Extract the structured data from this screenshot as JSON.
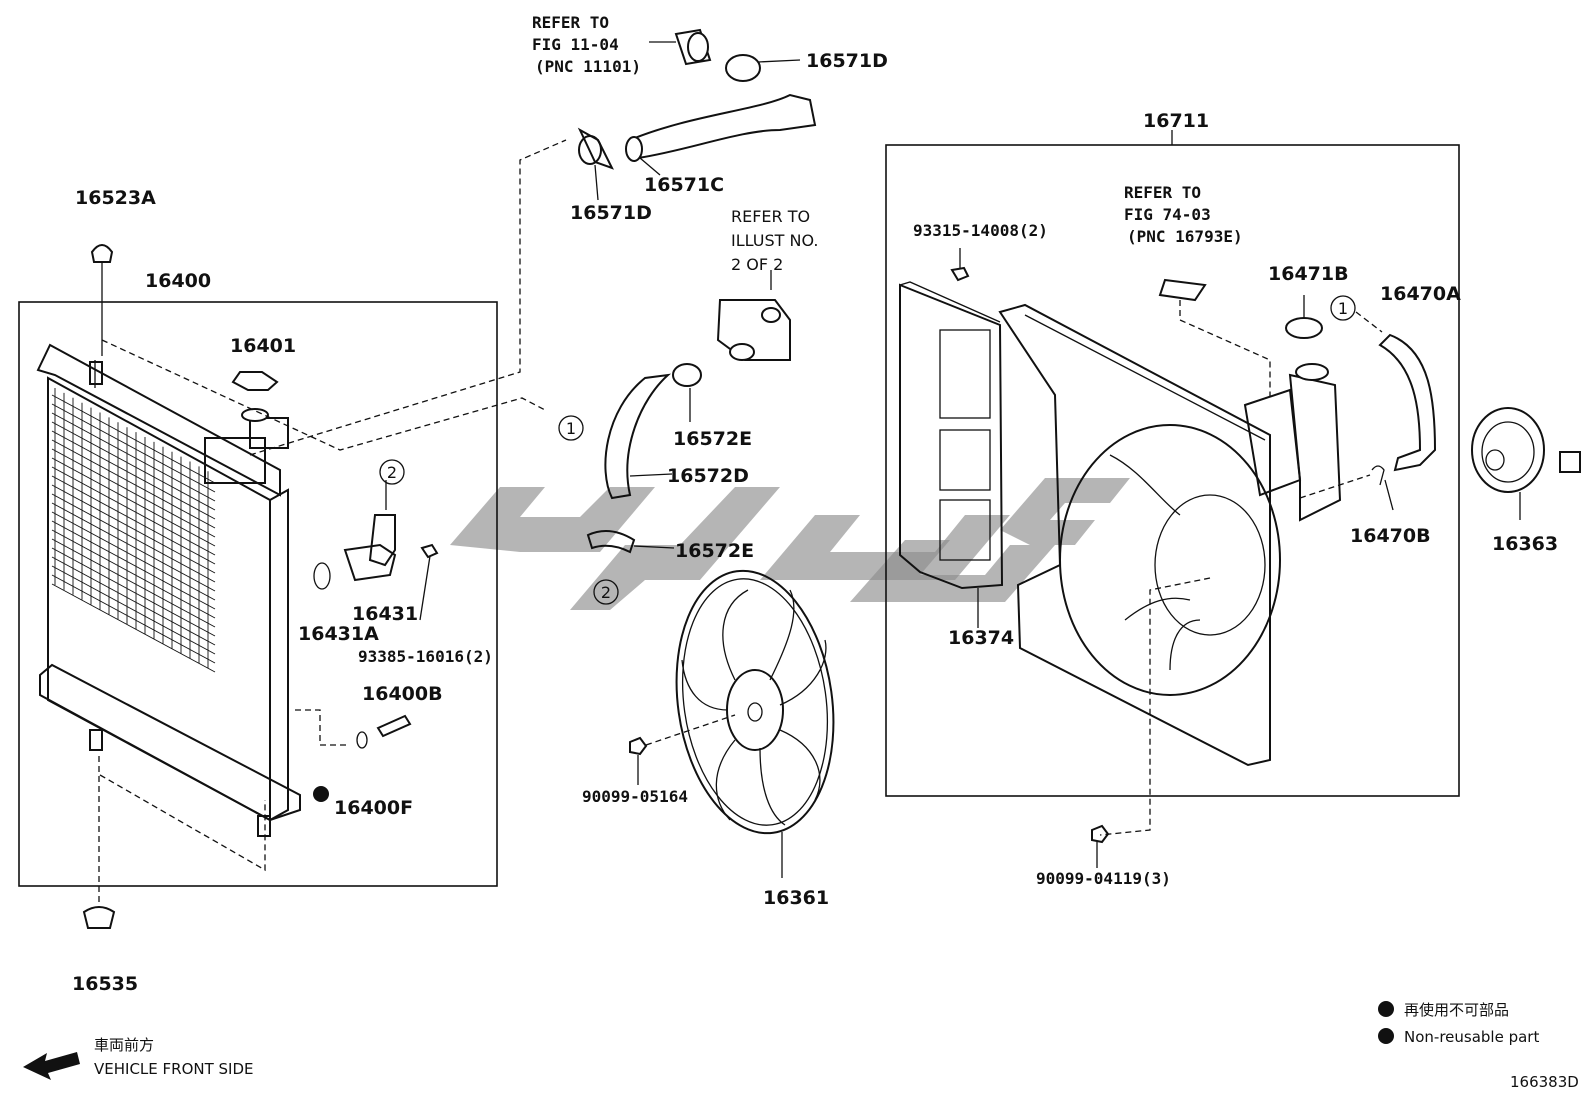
{
  "labels": {
    "p16523A": "16523A",
    "p16400": "16400",
    "p16401": "16401",
    "p16431": "16431",
    "p16431A": "16431A",
    "p93385": "93385-16016(2)",
    "p16400B": "16400B",
    "p16400F": "16400F",
    "p16535": "16535",
    "p16571D_top": "16571D",
    "p16571C": "16571C",
    "p16571D_bot": "16571D",
    "p16572E_top": "16572E",
    "p16572D": "16572D",
    "p16572E_bot": "16572E",
    "p90099_05164": "90099-05164",
    "p16361": "16361",
    "p16711": "16711",
    "p93315": "93315-14008(2)",
    "p16374": "16374",
    "p16471B": "16471B",
    "p16470A": "16470A",
    "p16470B": "16470B",
    "p16363": "16363",
    "p90099_04119": "90099-04119(3)"
  },
  "refs": {
    "fig1104": [
      "REFER TO",
      "FIG 11-04",
      "(PNC 11101)"
    ],
    "illust": [
      "REFER TO",
      "ILLUST NO.",
      "2 OF 2"
    ],
    "fig7403": [
      "REFER TO",
      "FIG 74-03",
      "(PNC 16793E)"
    ]
  },
  "markers": {
    "one": "1",
    "two": "2"
  },
  "legend": {
    "jp": "再使用不可部品",
    "en": "Non-reusable part"
  },
  "front": {
    "jp": "車両前方",
    "en": "VEHICLE FRONT SIDE"
  },
  "figure_id": "166383D"
}
